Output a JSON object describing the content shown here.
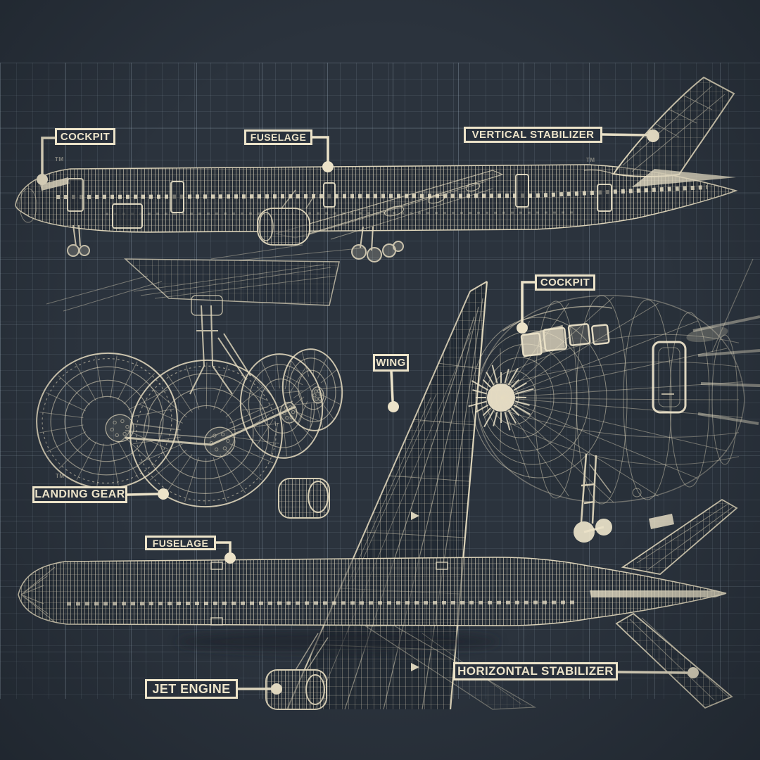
{
  "diagram": {
    "subject": "airliner blueprint schematic",
    "colors": {
      "background": "#2b333d",
      "ink": "#ece3c9",
      "grid": "#96a8b6"
    },
    "labels": {
      "cockpit_side": "COCKPIT",
      "fuselage_side": "FUSELAGE",
      "vertical_stabilizer": "VERTICAL STABILIZER",
      "wing": "WING",
      "cockpit_front": "COCKPIT",
      "landing_gear": "LANDING GEAR",
      "fuselage_plan": "FUSELAGE",
      "jet_engine": "JET ENGINE",
      "horizontal_stabilizer": "HORIZONTAL STABILIZER"
    },
    "watermark": "TM"
  }
}
